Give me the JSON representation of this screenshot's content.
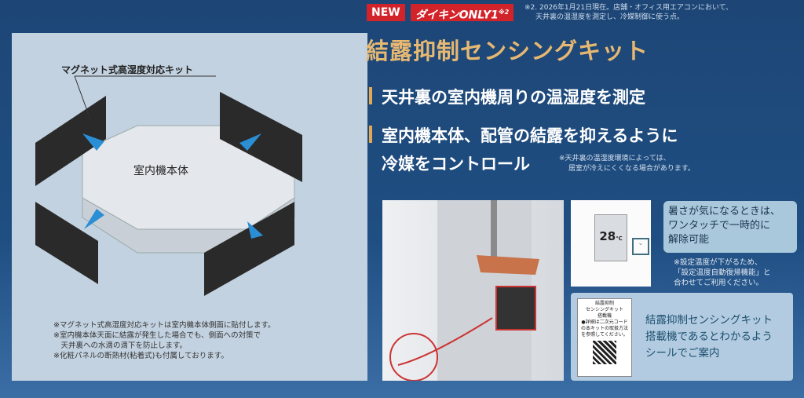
{
  "badges": {
    "new": "NEW",
    "only1": "ダイキンONLY1",
    "only1_ref": "※2"
  },
  "footnote2": [
    "※2. 2026年1月21日現在。店舗・オフィス用エアコンにおいて、",
    "天井裏の温湿度を測定し、冷媒制御に使う点。"
  ],
  "title": "結露抑制センシングキット",
  "bullets": [
    "天井裏の室内機周りの温湿度を測定",
    "室内機本体、配管の結露を抑えるように",
    "冷媒をコントロール"
  ],
  "note1": [
    "※天井裏の温湿度環境によっては、",
    "居室が冷えにくくなる場合があります。"
  ],
  "diagram": {
    "kit_label": "マグネット式高湿度対応キット",
    "unit_label": "室内機本体",
    "notes": [
      "※マグネット式高湿度対応キットは室内機本体側面に貼付します。",
      "※室内機本体天面に結露が発生した場合でも、側面への対策で",
      "　天井裏への水滴の滴下を防止します。",
      "※化粧パネルの断熱材(粘着式)も付属しております。"
    ]
  },
  "remote": {
    "temp": "28",
    "unit": "℃"
  },
  "callout1": [
    "暑さが気になるときは、",
    "ワンタッチで一時的に",
    "解除可能"
  ],
  "note2": [
    "※設定温度が下がるため、",
    "「設定温度自動復帰機能」と",
    "合わせてご利用ください。"
  ],
  "sticker": {
    "lines": [
      "結露抑制",
      "センシングキット",
      "搭載機",
      "●詳細は二次元コード",
      "の本キットの取扱方法",
      "を参照してください。"
    ]
  },
  "sticker_text": [
    "結露抑制センシングキット",
    "搭載機であるとわかるよう",
    "シールでご案内"
  ],
  "colors": {
    "background": "#1f4a7c",
    "title": "#e6b872",
    "badge": "#d2232a",
    "arrow": "#2b8fd6"
  }
}
